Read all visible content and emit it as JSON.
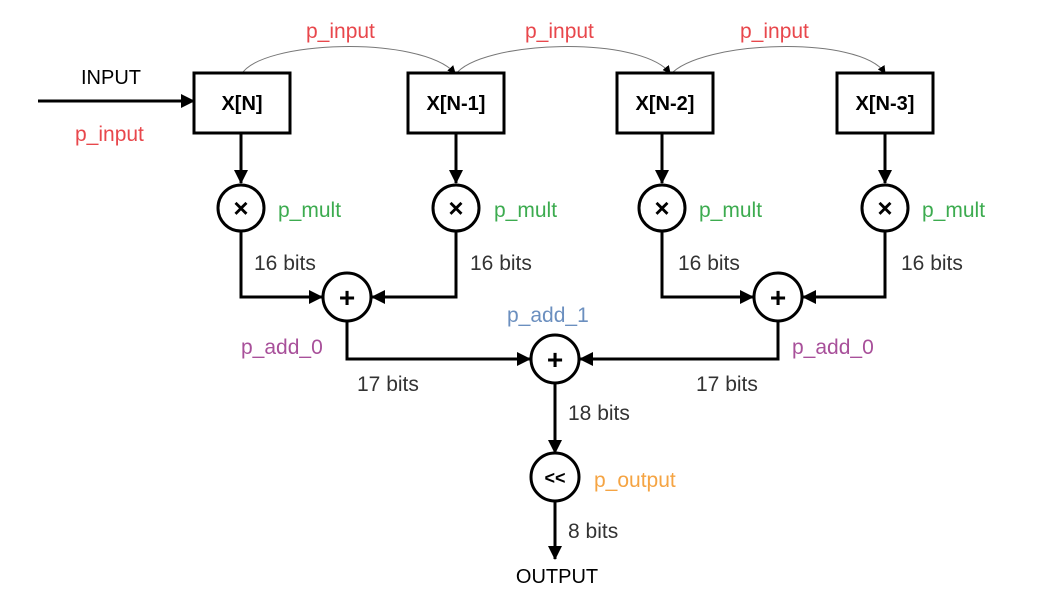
{
  "colors": {
    "input_label": "#e8474c",
    "mult_label": "#3cab4f",
    "add0_label": "#a8509a",
    "add1_label": "#6b8fbf",
    "output_label": "#f5a443",
    "bits_label": "#333333",
    "line": "#000000"
  },
  "io": {
    "input": "INPUT",
    "output": "OUTPUT"
  },
  "registers": [
    "X[N]",
    "X[N-1]",
    "X[N-2]",
    "X[N-3]"
  ],
  "operators": {
    "mult": "×",
    "add": "+",
    "shift": "<<"
  },
  "stage_labels": {
    "p_input": "p_input",
    "p_mult": "p_mult",
    "p_add_0": "p_add_0",
    "p_add_1": "p_add_1",
    "p_output": "p_output"
  },
  "bit_widths": {
    "mult_out": "16 bits",
    "add0_out": "17 bits",
    "add1_out": "18 bits",
    "output": "8 bits"
  }
}
